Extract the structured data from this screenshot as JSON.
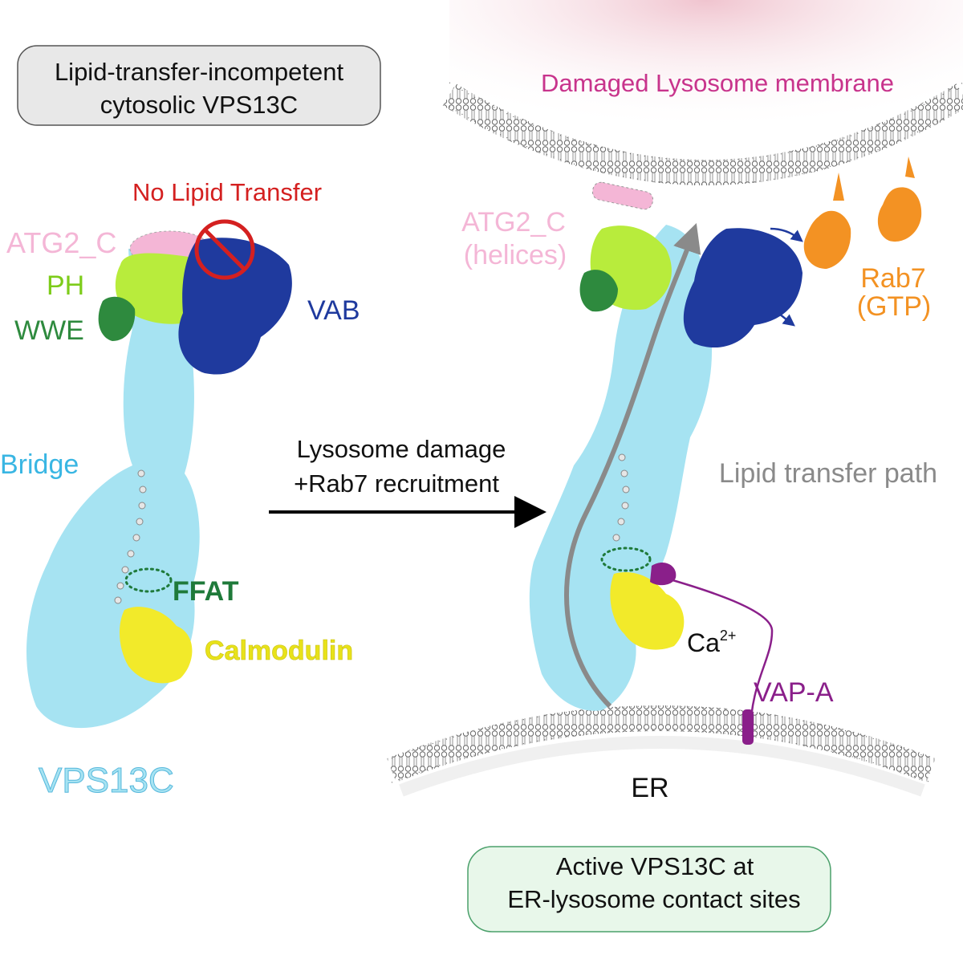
{
  "left_panel": {
    "title_line1": "Lipid-transfer-incompetent",
    "title_line2": "cytosolic VPS13C",
    "no_transfer_label": "No Lipid Transfer",
    "labels": {
      "atg2c": "ATG2_C",
      "ph": "PH",
      "wwe": "WWE",
      "vab": "VAB",
      "bridge": "Bridge",
      "ffat": "FFAT",
      "calmodulin": "Calmodulin",
      "protein": "VPS13C"
    }
  },
  "transition": {
    "line1": "Lysosome damage",
    "line2": "+Rab7  recruitment"
  },
  "right_panel": {
    "membrane_top": "Damaged Lysosome membrane",
    "atg2c_line1": "ATG2_C",
    "atg2c_line2": "(helices)",
    "rab7_line1": "Rab7",
    "rab7_line2": "(GTP)",
    "path_label": "Lipid transfer path",
    "calcium": "Ca",
    "calcium_sup": "2+",
    "vapa": "VAP-A",
    "er": "ER",
    "summary_line1": "Active VPS13C at",
    "summary_line2": "ER-lysosome contact sites"
  },
  "colors": {
    "bridge": "#a6e3f2",
    "atg2c": "#f4b6d6",
    "ph": "#b8ec3c",
    "wwe": "#2e8a3e",
    "vab": "#1f3a9e",
    "calmodulin": "#f2ea2a",
    "rab7": "#f39223",
    "vapa": "#8a1f8a",
    "ffat": "#1f7a3a",
    "no_transfer": "#d42020",
    "membrane_title": "#c8348c",
    "path": "#8a8a8a"
  }
}
